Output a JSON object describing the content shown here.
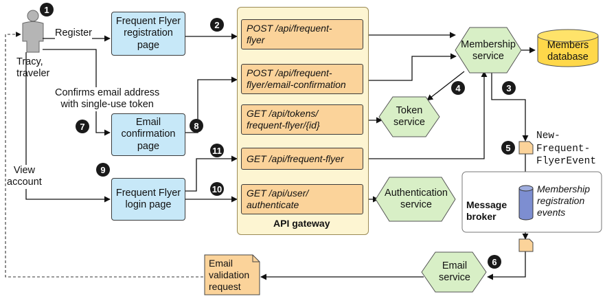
{
  "actor": {
    "name_line1": "Tracy,",
    "name_line2": "traveler"
  },
  "labels": {
    "register": "Register",
    "confirms_line1": "Confirms email address",
    "confirms_line2": "with single-use token",
    "view_line1": "View",
    "view_line2": "account",
    "gateway": "API gateway",
    "broker_line1": "Message",
    "broker_line2": "broker",
    "queue_line1": "Membership",
    "queue_line2": "registration",
    "queue_line3": "events",
    "event_line1": "New-",
    "event_line2": "Frequent-",
    "event_line3": "FlyerEvent"
  },
  "pages": {
    "registration": {
      "line1": "Frequent Flyer",
      "line2": "registration",
      "line3": "page"
    },
    "email_confirmation": {
      "line1": "Email",
      "line2": "confirmation",
      "line3": "page"
    },
    "login": {
      "line1": "Frequent Flyer",
      "line2": "login page"
    }
  },
  "routes": {
    "post_ff": {
      "line1": "POST /api/frequent-",
      "line2": "flyer"
    },
    "post_email": {
      "line1": "POST /api/frequent-",
      "line2": "flyer/email-confirmation"
    },
    "get_tokens": {
      "line1": "GET /api/tokens/",
      "line2": "frequent-flyer/{id}"
    },
    "get_ff": {
      "line1": "GET /api/frequent-flyer"
    },
    "get_auth": {
      "line1": "GET /api/user/",
      "line2": "authenticate"
    }
  },
  "services": {
    "membership": {
      "line1": "Membership",
      "line2": "service"
    },
    "token": {
      "line1": "Token",
      "line2": "service"
    },
    "authentication": {
      "line1": "Authentication",
      "line2": "service"
    },
    "email": {
      "line1": "Email",
      "line2": "service"
    }
  },
  "database": {
    "line1": "Members",
    "line2": "database"
  },
  "document": {
    "line1": "Email",
    "line2": "validation",
    "line3": "request"
  },
  "steps": [
    "1",
    "2",
    "3",
    "4",
    "5",
    "6",
    "7",
    "8",
    "9",
    "10",
    "11"
  ],
  "colors": {
    "page_fill": "#c7e8f8",
    "route_fill": "#fbd39a",
    "gateway_fill": "#fdf5d2",
    "service_fill": "#d8efc6",
    "database_fill": "#ffd84a",
    "queue_fill": "#7d8ed1"
  }
}
